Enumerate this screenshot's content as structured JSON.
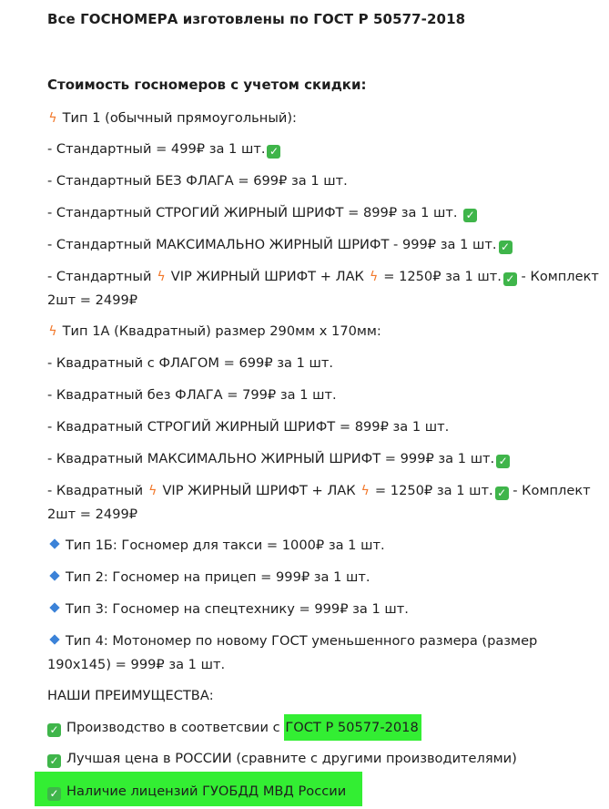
{
  "title": "Все ГОСНОМЕРА изготовлены по ГОСТ Р 50577-2018",
  "subtitle": "Стоимость госномеров с учетом скидки:",
  "type1": {
    "header": "Тип 1 (обычный прямоугольный):",
    "items": [
      "- Стандартный = 499₽ за 1 шт.",
      "- Стандартный БЕЗ ФЛАГА = 699₽ за 1 шт.",
      "- Стандартный СТРОГИЙ ЖИРНЫЙ ШРИФТ = 899₽ за 1 шт.",
      "- Стандартный МАКСИМАЛЬНО ЖИРНЫЙ ШРИФТ - 999₽ за 1 шт."
    ],
    "vip_prefix": "- Стандартный",
    "vip_middle": "VIP ЖИРНЫЙ ШРИФТ + ЛАК",
    "vip_price": "= 1250₽ за 1 шт.",
    "vip_suffix": "- Комплект",
    "vip_tail": "2шт = 2499₽"
  },
  "type1a": {
    "header": "Тип 1А (Квадратный) размер 290мм x 170мм:",
    "items": [
      "- Квадратный с ФЛАГОМ = 699₽ за 1 шт.",
      "- Квадратный без ФЛАГА = 799₽ за 1 шт.",
      "- Квадратный СТРОГИЙ ЖИРНЫЙ ШРИФТ = 899₽ за 1 шт.",
      "- Квадратный МАКСИМАЛЬНО ЖИРНЫЙ ШРИФТ = 999₽ за 1 шт."
    ],
    "vip_prefix": "- Квадратный",
    "vip_middle": "VIP ЖИРНЫЙ ШРИФТ + ЛАК",
    "vip_price": "= 1250₽ за 1 шт.",
    "vip_suffix": "- Комплект",
    "vip_tail": "2шт = 2499₽"
  },
  "other_types": [
    "Тип 1Б: Госномер для такси = 1000₽ за 1 шт.",
    "Тип 2: Госномер на прицеп = 999₽ за 1 шт.",
    "Тип 3: Госномер на спецтехнику = 999₽ за 1 шт.",
    "Тип 4: Мотономер по новому ГОСТ уменьшенного размера (размер"
  ],
  "type4_tail": "190x145) = 999₽ за 1 шт.",
  "advantages": {
    "header": "НАШИ ПРЕИМУЩЕСТВА:",
    "item1_prefix": "Производство в соответсвии с",
    "item1_highlight": "ГОСТ Р 50577-2018",
    "item2": "Лучшая цена в РОССИИ (сравните с другими производителями)",
    "item3": "Наличие лицензий ГУОБДД МВД России"
  },
  "icons": {
    "check": "check-mark-button-icon",
    "bolt": "high-voltage-icon",
    "diamond": "small-blue-diamond-icon"
  },
  "colors": {
    "check_green": "#3fb54a",
    "bolt_orange": "#f2782a",
    "diamond_blue": "#3b82d8",
    "highlight_green": "#33ee33"
  }
}
